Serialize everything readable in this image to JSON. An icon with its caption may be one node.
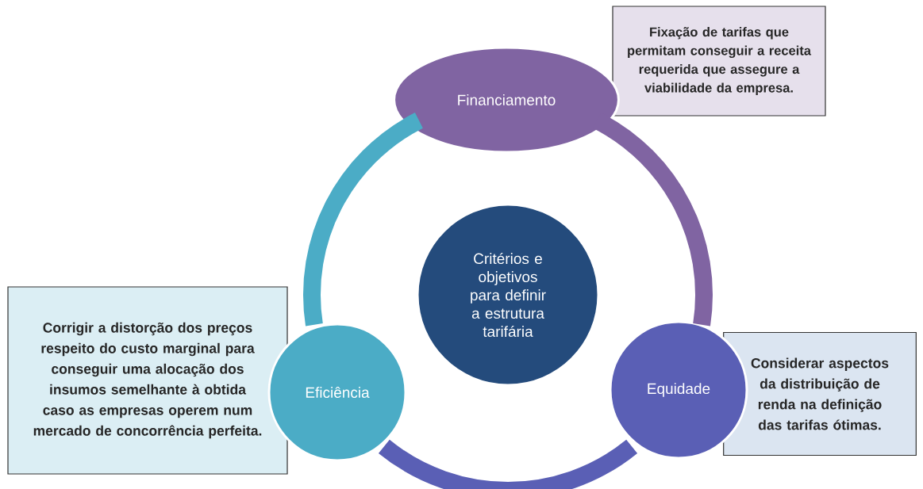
{
  "diagram": {
    "nodes": [
      {
        "text": [
          "Financiamento"
        ]
      },
      {
        "text": [
          "Fixação de tarifas que permitam conseguir a receita requerida que assegure a viabilidade da empresa."
        ]
      },
      {
        "text": [
          "Critérios e objetivos para definir a estrutura tarifária"
        ]
      },
      {
        "text": [
          "Corrigir a distorção dos preços respeito do custo marginal para conseguir uma alocação dos insumos semelhante à obtida caso as empresas operem num mercado de concorrência perfeita."
        ]
      },
      {
        "text": [
          "Eficiência"
        ]
      },
      {
        "text": [
          "Equidade"
        ]
      },
      {
        "text": [
          "Considerar aspectos da distribuição de renda na definição das tarifas ótimas."
        ]
      }
    ],
    "edges": [
      {
        "from": 0,
        "to": 5,
        "arrow": "none",
        "color": "#8064a2"
      },
      {
        "from": 5,
        "to": 4,
        "arrow": "none",
        "color": "#5a5fb5"
      },
      {
        "from": 4,
        "to": 0,
        "arrow": "none",
        "color": "#4bacc6"
      }
    ]
  }
}
